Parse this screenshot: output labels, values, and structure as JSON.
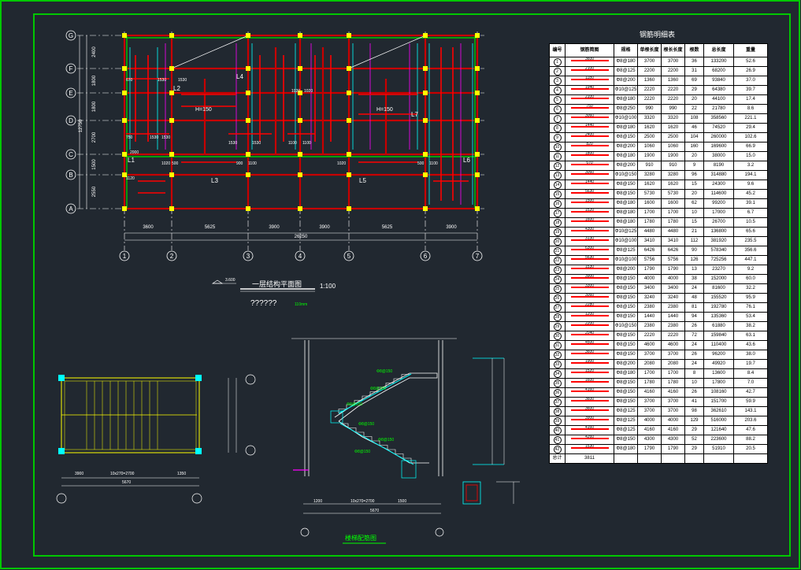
{
  "colors": {
    "background": "#212830",
    "frame": "#00c800",
    "grid": "#ffffff",
    "beam": "#c80000",
    "column": "#ffff00",
    "rebar": "#ff0000",
    "cyan": "#00ffff",
    "magenta": "#ff00ff",
    "green_text": "#00ff00"
  },
  "plan": {
    "axis_letters": [
      "G",
      "F",
      "E",
      "D",
      "C",
      "B",
      "A"
    ],
    "axis_numbers": [
      "1",
      "2",
      "3",
      "4",
      "5",
      "6",
      "7"
    ],
    "vertical_dims": [
      "2400",
      "1800",
      "1800",
      "2700",
      "1500",
      "2550"
    ],
    "total_vertical": "12750",
    "horizontal_dims": [
      "3600",
      "5625",
      "3900",
      "3900",
      "5625",
      "3900"
    ],
    "total_horizontal": "26250",
    "beam_labels": [
      "L1",
      "L2",
      "L3",
      "L4",
      "L5",
      "L6",
      "L7"
    ],
    "slab_thickness": [
      "H=150",
      "H=150"
    ],
    "elevation_mark": "3.600",
    "title": "一层结构平面图",
    "scale": "1:100",
    "subtitle": "??????",
    "subtitle_note": "110mm"
  },
  "stair_section": {
    "title": "楼梯配筋图"
  },
  "table": {
    "title": "钢筋明细表",
    "headers": [
      "编号",
      "钢筋简图",
      "规格",
      "单根长度",
      "根长长度",
      "根数",
      "总长度",
      "重量"
    ],
    "rows": [
      [
        "1",
        "3600",
        "Φ8@180",
        "3700",
        "3700",
        "36",
        "133200",
        "52.6"
      ],
      [
        "2",
        "2100",
        "Φ8@125",
        "2200",
        "2200",
        "31",
        "68200",
        "26.9"
      ],
      [
        "3",
        "1180",
        "Φ8@200",
        "1360",
        "1360",
        "69",
        "93840",
        "37.0"
      ],
      [
        "4",
        "1940",
        "Φ10@125",
        "2220",
        "2220",
        "29",
        "64380",
        "39.7"
      ],
      [
        "5",
        "2100",
        "Φ8@180",
        "2220",
        "2220",
        "20",
        "44100",
        "17.4"
      ],
      [
        "6",
        "750",
        "Φ8@250",
        "990",
        "990",
        "22",
        "21780",
        "8.6"
      ],
      [
        "7",
        "3060",
        "Φ10@100",
        "3320",
        "3320",
        "108",
        "358560",
        "221.1"
      ],
      [
        "8",
        "1440",
        "Φ8@180",
        "1620",
        "1620",
        "46",
        "74520",
        "29.4"
      ],
      [
        "9",
        "2400",
        "Φ8@150",
        "2500",
        "2500",
        "104",
        "260000",
        "102.6"
      ],
      [
        "10",
        "820",
        "Φ8@200",
        "1060",
        "1060",
        "160",
        "169600",
        "66.9"
      ],
      [
        "11",
        "1800",
        "Φ8@180",
        "1900",
        "1900",
        "20",
        "38000",
        "15.0"
      ],
      [
        "12",
        "670",
        "Φ8@200",
        "910",
        "910",
        "9",
        "8190",
        "3.2"
      ],
      [
        "13",
        "3060",
        "Φ10@150",
        "3280",
        "3280",
        "96",
        "314880",
        "194.1"
      ],
      [
        "14",
        "1440",
        "Φ8@150",
        "1620",
        "1620",
        "15",
        "24300",
        "9.6"
      ],
      [
        "15",
        "5630",
        "Φ8@150",
        "5730",
        "5730",
        "20",
        "114600",
        "45.2"
      ],
      [
        "16",
        "1500",
        "Φ8@180",
        "1600",
        "1600",
        "62",
        "99200",
        "39.1"
      ],
      [
        "17",
        "1520",
        "Φ8@180",
        "1700",
        "1700",
        "10",
        "17000",
        "6.7"
      ],
      [
        "18",
        "1600",
        "Φ8@180",
        "1780",
        "1780",
        "15",
        "26700",
        "10.5"
      ],
      [
        "19",
        "4300",
        "Φ10@125",
        "4480",
        "4480",
        "21",
        "136800",
        "65.6"
      ],
      [
        "20",
        "3130",
        "Φ10@100",
        "3410",
        "3410",
        "112",
        "381920",
        "235.5"
      ],
      [
        "21",
        "6300",
        "Φ8@125",
        "6426",
        "6426",
        "90",
        "578340",
        "356.6"
      ],
      [
        "22",
        "5630",
        "Φ10@100",
        "5756",
        "5756",
        "126",
        "725256",
        "447.1"
      ],
      [
        "23",
        "1530",
        "Φ8@200",
        "1790",
        "1790",
        "13",
        "23270",
        "9.2"
      ],
      [
        "24",
        "3900",
        "Φ8@150",
        "4000",
        "4000",
        "38",
        "152000",
        "60.0"
      ],
      [
        "25",
        "3300",
        "Φ8@150",
        "3400",
        "3400",
        "24",
        "81600",
        "32.2"
      ],
      [
        "26",
        "3060",
        "Φ8@150",
        "3240",
        "3240",
        "48",
        "155520",
        "95.9"
      ],
      [
        "27",
        "2280",
        "Φ8@150",
        "2380",
        "2380",
        "81",
        "192780",
        "76.1"
      ],
      [
        "28",
        "1200",
        "Φ8@150",
        "1440",
        "1440",
        "94",
        "135360",
        "53.4"
      ],
      [
        "29",
        "2200",
        "Φ10@150",
        "2380",
        "2380",
        "26",
        "61880",
        "38.2"
      ],
      [
        "30",
        "2040",
        "Φ8@150",
        "2220",
        "2220",
        "72",
        "159840",
        "63.1"
      ],
      [
        "31",
        "4500",
        "Φ8@150",
        "4600",
        "4600",
        "24",
        "110400",
        "43.6"
      ],
      [
        "32",
        "3600",
        "Φ8@150",
        "3700",
        "3700",
        "26",
        "96200",
        "38.0"
      ],
      [
        "33",
        "1900",
        "Φ8@200",
        "2080",
        "2080",
        "24",
        "49920",
        "19.7"
      ],
      [
        "34",
        "1520",
        "Φ8@180",
        "1700",
        "1700",
        "8",
        "13600",
        "8.4"
      ],
      [
        "35",
        "1600",
        "Φ8@150",
        "1780",
        "1780",
        "10",
        "17800",
        "7.0"
      ],
      [
        "36",
        "4160",
        "Φ8@150",
        "4160",
        "4160",
        "26",
        "108160",
        "42.7"
      ],
      [
        "37",
        "3600",
        "Φ8@150",
        "3700",
        "3700",
        "41",
        "151700",
        "59.9"
      ],
      [
        "38",
        "3600",
        "Φ8@125",
        "3700",
        "3700",
        "98",
        "362610",
        "143.1"
      ],
      [
        "39",
        "3900",
        "Φ8@125",
        "4000",
        "4000",
        "129",
        "516000",
        "203.6"
      ],
      [
        "40",
        "4160",
        "Φ8@125",
        "4160",
        "4160",
        "29",
        "121640",
        "47.6"
      ],
      [
        "41",
        "4260",
        "Φ8@150",
        "4300",
        "4300",
        "52",
        "223600",
        "88.2"
      ],
      [
        "42",
        "1530",
        "Φ8@180",
        "1790",
        "1790",
        "29",
        "51910",
        "20.5"
      ]
    ],
    "total_label": "总计",
    "total_value": "3811"
  }
}
